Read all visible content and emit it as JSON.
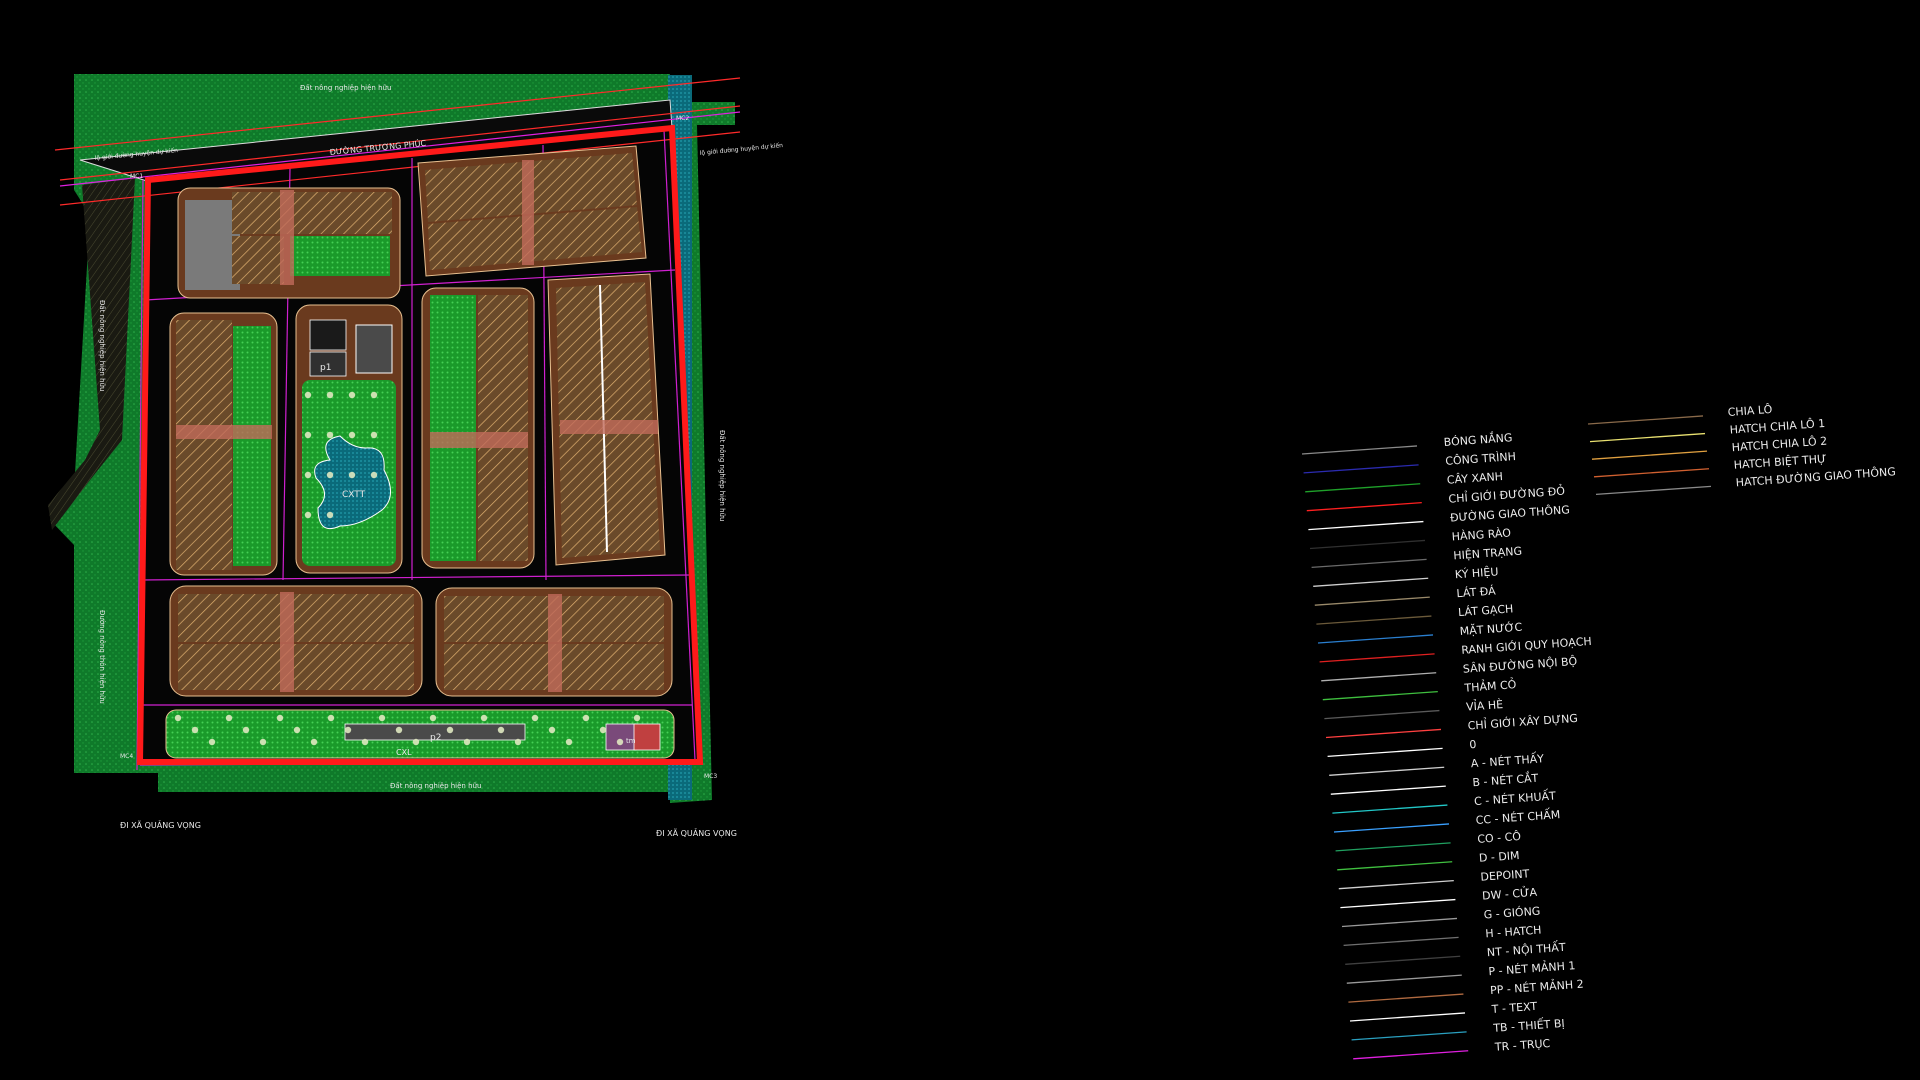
{
  "plan": {
    "top_field": "Đất nông nghiệp hiện hữu",
    "bottom_field": "Đất nông nghiệp hiện hữu",
    "road_north": "ĐƯỜNG TRƯƠNG PHÚC",
    "road_plan_left": "lộ giới đường huyện dự kiến",
    "road_plan_right": "lộ giới đường huyện dự kiến",
    "left_side_text": "Đất nông nghiệp hiện hữu",
    "left_side_text_2": "Đường nông thôn hiện hữu",
    "right_side_text": "Đất nông nghiệp hiện hữu",
    "exit_left": "ĐI XÃ QUẢNG VỌNG",
    "exit_right": "ĐI XÃ QUẢNG VỌNG",
    "park_label": "CXTT",
    "strip_label": "CXL",
    "p1": "p1",
    "p2": "p2",
    "tm": "tm",
    "mc1": "MC1",
    "mc2": "MC2",
    "mc3": "MC3",
    "mc4": "MC4"
  },
  "legend": {
    "col1": [
      {
        "label": "BÓNG NẮNG",
        "color": "#8a8a8a"
      },
      {
        "label": "CÔNG TRÌNH",
        "color": "#2b2bb0"
      },
      {
        "label": "CÂY XANH",
        "color": "#1fa12a"
      },
      {
        "label": "CHỈ GIỚI ĐƯỜNG ĐỎ",
        "color": "#ff2020"
      },
      {
        "label": "ĐƯỜNG GIAO THÔNG",
        "color": "#ffffff"
      },
      {
        "label": "HÀNG RÀO",
        "color": "#303030"
      },
      {
        "label": "HIỆN TRẠNG",
        "color": "#6a6a6a"
      },
      {
        "label": "KÝ HIỆU",
        "color": "#cfcfcf"
      },
      {
        "label": "LÁT ĐÁ",
        "color": "#9a8a6a"
      },
      {
        "label": "LÁT GẠCH",
        "color": "#6b5a3a"
      },
      {
        "label": "MẶT NƯỚC",
        "color": "#2a7fd0"
      },
      {
        "label": "RANH GIỚI QUY HOẠCH",
        "color": "#e02020"
      },
      {
        "label": "SÂN ĐƯỜNG NỘI BỘ",
        "color": "#b0b0b0"
      },
      {
        "label": "THẢM CỎ",
        "color": "#3fbf3f"
      },
      {
        "label": "VỈA HÈ",
        "color": "#5a5a5a"
      },
      {
        "label": "CHỈ GIỚI XÂY DỰNG",
        "color": "#ff4040"
      },
      {
        "label": "0",
        "color": "#ffffff"
      },
      {
        "label": "A - NÉT THẤY",
        "color": "#d0d0d0"
      },
      {
        "label": "B - NÉT CẮT",
        "color": "#ffffff"
      },
      {
        "label": "C - NÉT KHUẤT",
        "color": "#22c7c7"
      },
      {
        "label": "CC - NÉT CHẤM",
        "color": "#3aa0ff"
      },
      {
        "label": "CO - CÔ",
        "color": "#20a060"
      },
      {
        "label": "D - DIM",
        "color": "#40c040"
      },
      {
        "label": "DEPOINT",
        "color": "#d0d0d0"
      },
      {
        "label": "DW - CỬA",
        "color": "#ffffff"
      },
      {
        "label": "G - GIÓNG",
        "color": "#9a9a9a"
      },
      {
        "label": "H - HATCH",
        "color": "#707070"
      },
      {
        "label": "NT - NỘI THẤT",
        "color": "#404040"
      },
      {
        "label": "P - NÉT MẢNH 1",
        "color": "#9a9a9a"
      },
      {
        "label": "PP - NÉT MẢNH 2",
        "color": "#b06a40"
      },
      {
        "label": "T - TEXT",
        "color": "#ffffff"
      },
      {
        "label": "TB - THIẾT BỊ",
        "color": "#2aa0c0"
      },
      {
        "label": "TR - TRỤC",
        "color": "#e020e0"
      }
    ],
    "col2": [
      {
        "label": "CHIA LÔ",
        "color": "#8a6a4a"
      },
      {
        "label": "HATCH CHIA LÔ 1",
        "color": "#e8e070"
      },
      {
        "label": "HATCH CHIA LÔ 2",
        "color": "#e0a040"
      },
      {
        "label": "HATCH BIỆT THỰ",
        "color": "#d06030"
      },
      {
        "label": "HATCH ĐƯỜNG GIAO THÔNG",
        "color": "#8a8a8a"
      }
    ]
  }
}
